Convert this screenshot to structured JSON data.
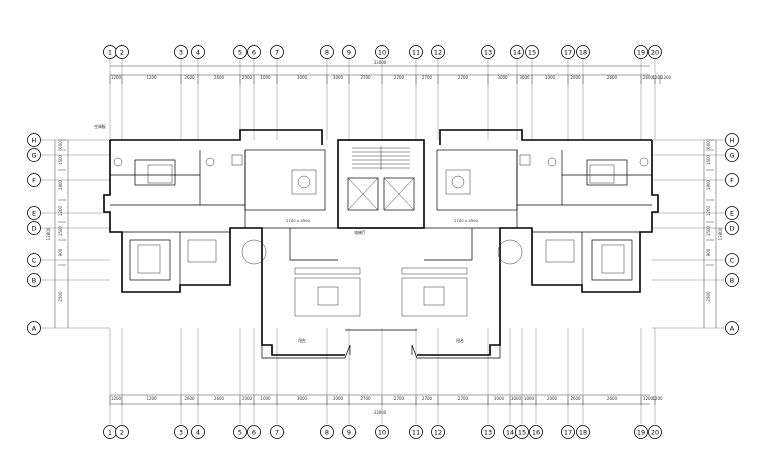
{
  "axes": {
    "vertical_top": [
      "1",
      "2",
      "3",
      "4",
      "5",
      "6",
      "7",
      "8",
      "9",
      "10",
      "11",
      "12",
      "13",
      "14",
      "15",
      "17",
      "18",
      "19",
      "20"
    ],
    "vertical_bottom": [
      "1",
      "2",
      "3",
      "4",
      "5",
      "6",
      "7",
      "8",
      "9",
      "10",
      "11",
      "12",
      "13",
      "14",
      "15",
      "16",
      "17",
      "18",
      "19",
      "20"
    ],
    "horizontal_left": [
      "H",
      "G",
      "F",
      "E",
      "D",
      "C",
      "B",
      "A"
    ],
    "horizontal_right": [
      "H",
      "G",
      "F",
      "E",
      "D",
      "C",
      "B",
      "A"
    ]
  },
  "dimensions": {
    "top_row": [
      "1200",
      "1200",
      "2600",
      "2600",
      "2000",
      "1000",
      "3000",
      "3000",
      "2700",
      "2700",
      "2700",
      "2700",
      "3000",
      "3000",
      "1000",
      "2000",
      "2600",
      "2600",
      "1200",
      "1200"
    ],
    "top_total": "33000",
    "bottom_row": [
      "1200",
      "1200",
      "2600",
      "2600",
      "2000",
      "1000",
      "3000",
      "3000",
      "2700",
      "2700",
      "2700",
      "2700",
      "3000",
      "3000",
      "1000",
      "2000",
      "2600",
      "2600",
      "1200",
      "1200"
    ],
    "bottom_total": "33000",
    "left_stack": [
      "600",
      "1500",
      "1800",
      "1200",
      "1500",
      "900",
      "2500"
    ],
    "left_total": "13800",
    "right_stack": [
      "600",
      "1500",
      "1800",
      "1200",
      "1500",
      "900",
      "2500"
    ],
    "right_total": "13800"
  },
  "notes": {
    "corner_label": "空调板",
    "dining_left": "2700 x 4500",
    "dining_right": "2700 x 4500",
    "core_label": "电梯厅",
    "balcony_left": "阳台",
    "balcony_right": "阳台"
  }
}
